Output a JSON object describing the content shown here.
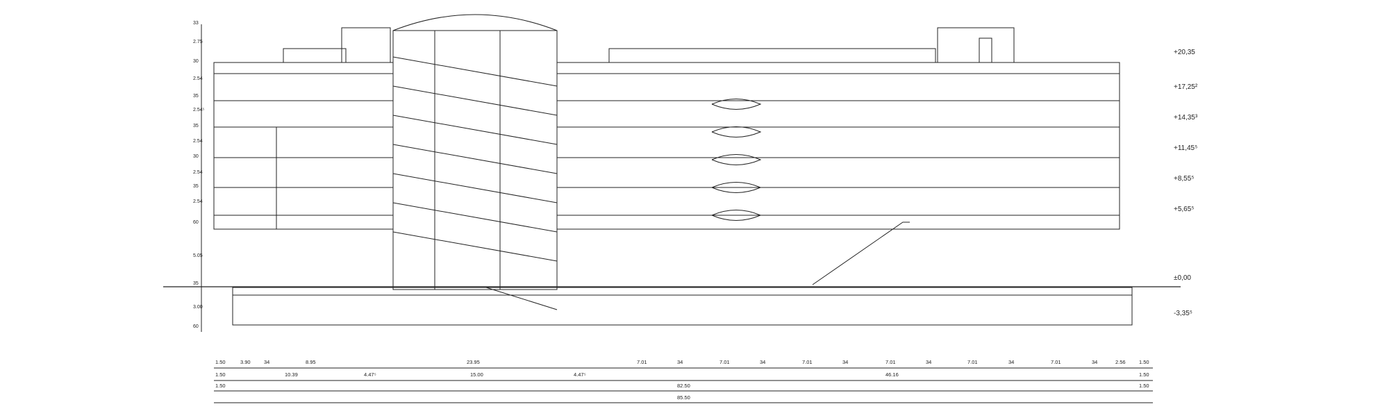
{
  "drawing": {
    "level_markers": [
      "+20,35",
      "+17,25²",
      "+14,35³",
      "+11,45⁵",
      "+8,55⁵",
      "+5,65⁵",
      "±0,00",
      "-3,35⁵"
    ],
    "vertical_dims": [
      "33",
      "2.75",
      "30",
      "2.54",
      "35",
      "2.54⁵",
      "35",
      "2.54",
      "30",
      "2.54",
      "35",
      "2.54",
      "60",
      "5.05",
      "35",
      "3.00",
      "60"
    ],
    "dim_rows": [
      [
        "1.50",
        "3.90",
        "34",
        "8.95",
        "23.95",
        "7.01",
        "34",
        "7.01",
        "34",
        "7.01",
        "34",
        "7.01",
        "34",
        "7.01",
        "34",
        "7.01",
        "34",
        "2.56",
        "1.50"
      ],
      [
        "1.50",
        "10.39",
        "4.47⁵",
        "15.00",
        "4.47⁵",
        "46.16",
        "1.50"
      ],
      [
        "1.50",
        "82.50",
        "1.50"
      ],
      [
        "85.50"
      ]
    ]
  }
}
